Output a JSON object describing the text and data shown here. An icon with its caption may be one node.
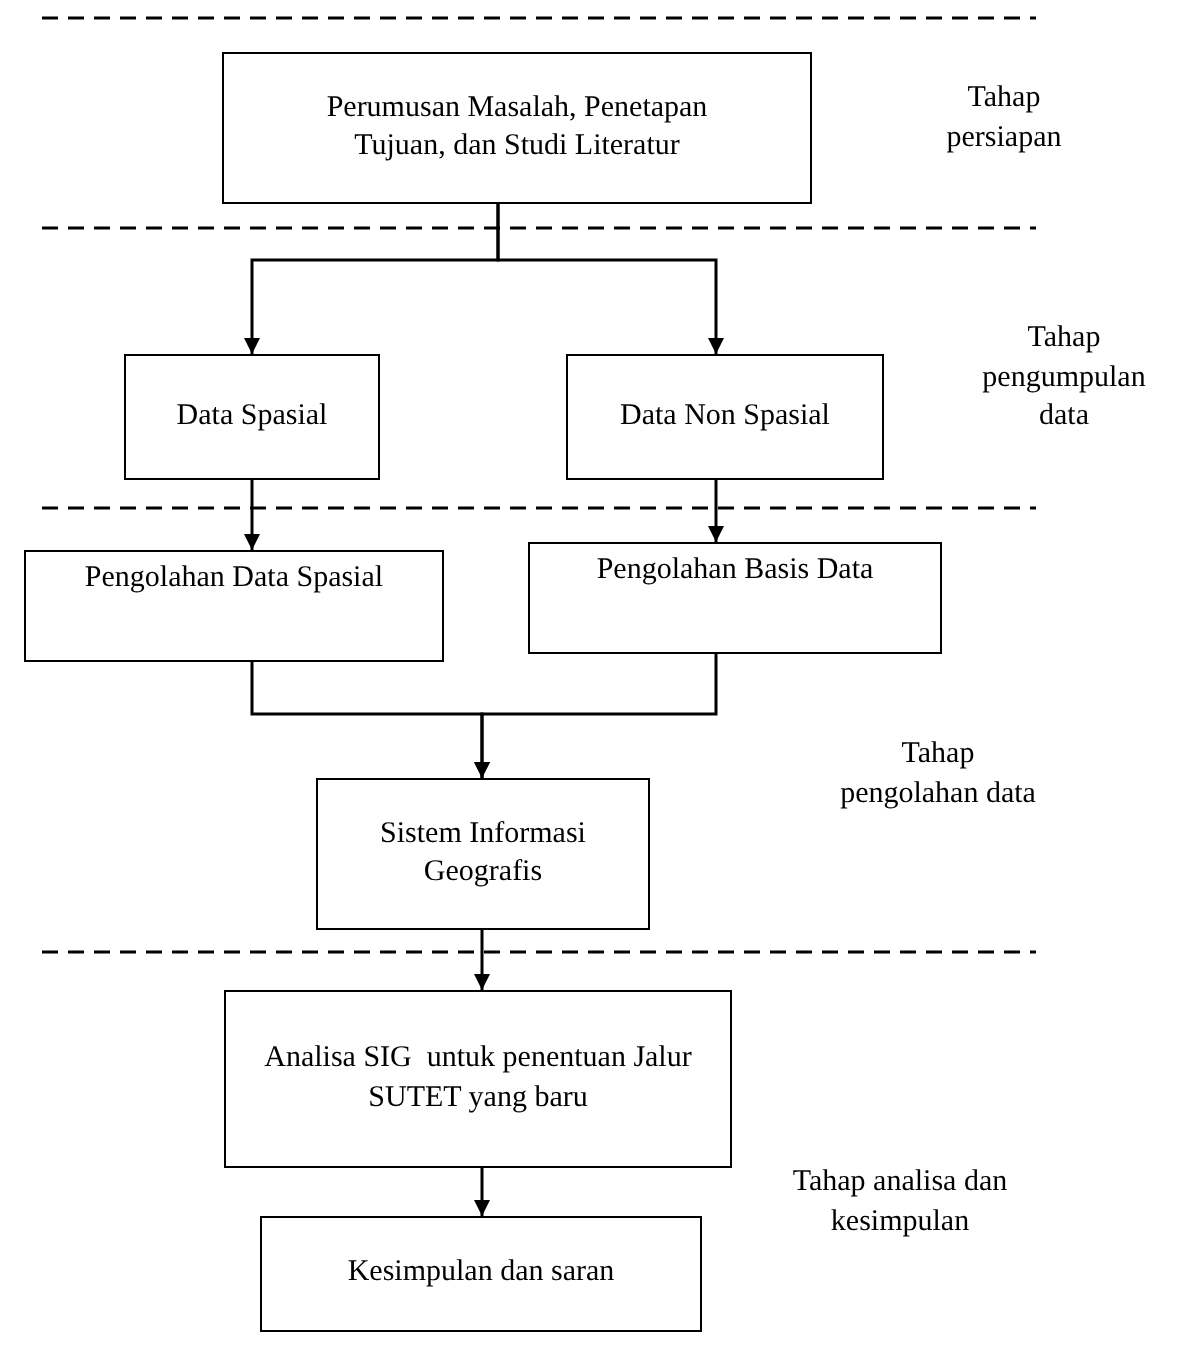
{
  "diagram": {
    "nodes": [
      {
        "text": [
          "Perumusan Masalah, Penetapan Tujuan, dan Studi Literatur"
        ]
      },
      {
        "text": [
          "Data Spasial"
        ]
      },
      {
        "text": [
          "Data Non Spasial"
        ]
      },
      {
        "text": [
          "Pengolahan Data Spasial"
        ]
      },
      {
        "text": [
          "Pengolahan Basis Data"
        ]
      },
      {
        "text": [
          "Sistem Informasi Geografis"
        ]
      },
      {
        "text": [
          "Analisa SIG  untuk penentuan Jalur SUTET yang baru"
        ]
      },
      {
        "text": [
          "Kesimpulan dan saran"
        ]
      }
    ],
    "edges": [
      {
        "from": 0,
        "to": 1,
        "arrow": "to"
      },
      {
        "from": 0,
        "to": 2,
        "arrow": "to"
      },
      {
        "from": 1,
        "to": 3,
        "arrow": "to"
      },
      {
        "from": 2,
        "to": 4,
        "arrow": "to"
      },
      {
        "from": 3,
        "to": 5,
        "arrow": "to"
      },
      {
        "from": 4,
        "to": 5,
        "arrow": "to"
      },
      {
        "from": 5,
        "to": 6,
        "arrow": "to"
      },
      {
        "from": 6,
        "to": 7,
        "arrow": "to"
      }
    ],
    "labels": [
      "Tahap persiapan",
      "Tahap pengumpulan data",
      "Tahap pengolahan data",
      "Tahap analisa dan kesimpulan"
    ]
  }
}
